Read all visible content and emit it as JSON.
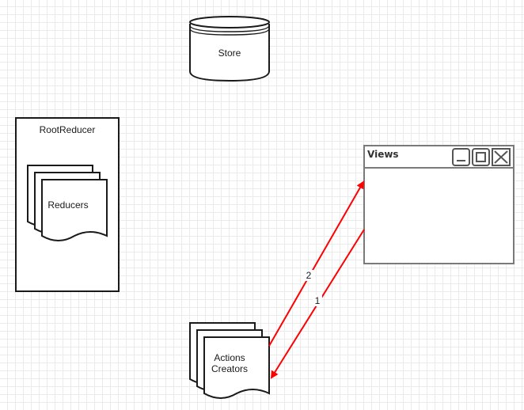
{
  "store": {
    "label": "Store"
  },
  "root_reducer": {
    "label": "RootReducer"
  },
  "reducers": {
    "label": "Reducers"
  },
  "views": {
    "title": "Views"
  },
  "actions_creators": {
    "label_line1": "Actions",
    "label_line2": "Creators"
  },
  "edges": [
    {
      "id": "views-to-actions",
      "label": "1",
      "color": "#ff0000"
    },
    {
      "id": "actions-to-views",
      "label": "2",
      "color": "#ff0000"
    }
  ],
  "colors": {
    "stroke": "#1a1a1a",
    "window_stroke": "#7a7a7a",
    "arrow": "#ff0000"
  }
}
